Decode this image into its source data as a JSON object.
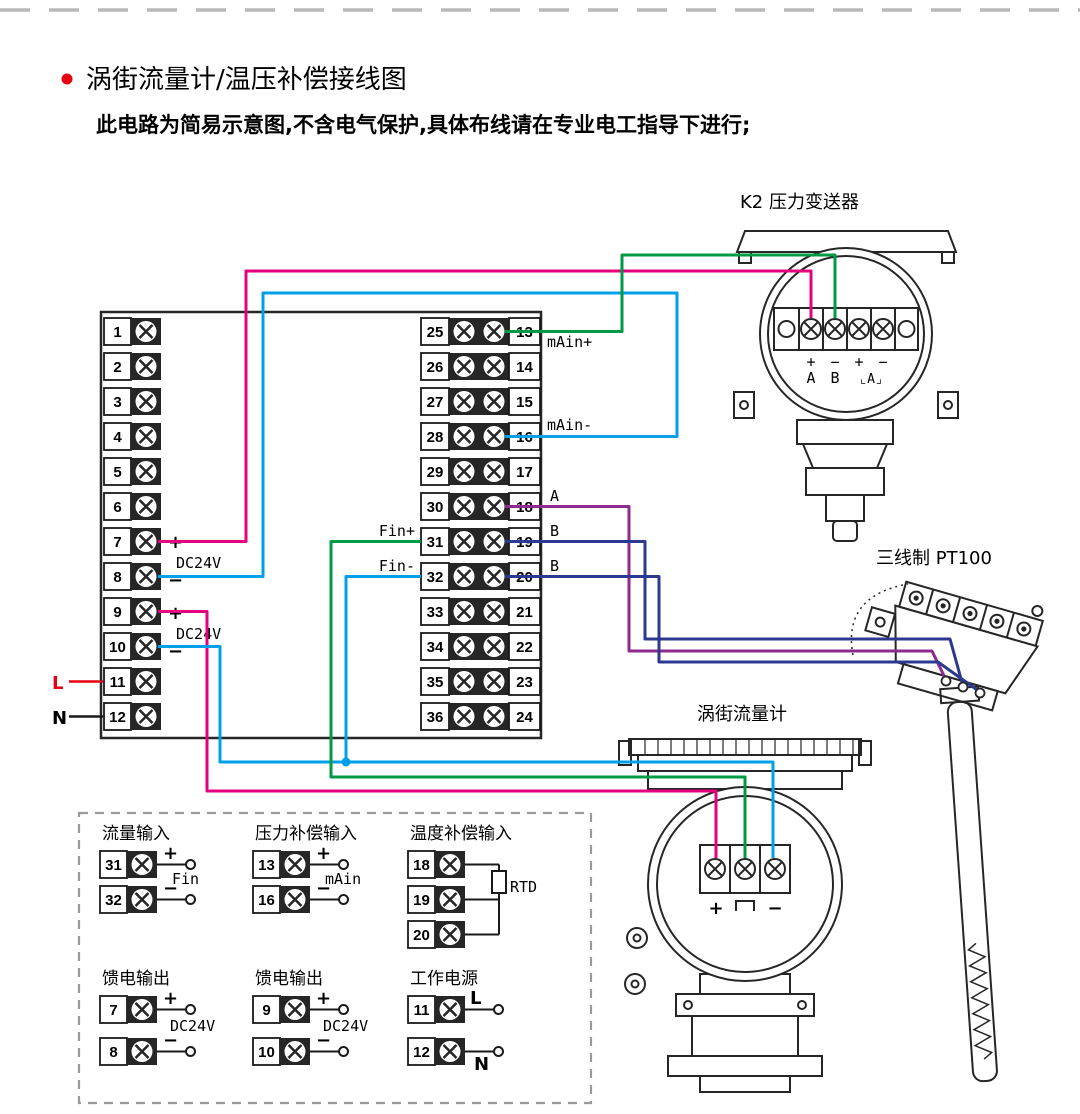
{
  "header": {
    "title": "涡街流量计/温压补偿接线图",
    "subtitle": "此电路为简易示意图,不含电气保护,具体布线请在专业电工指导下进行;"
  },
  "colors": {
    "magenta": "#e5017e",
    "cyan": "#00a0e8",
    "green": "#009944",
    "purple": "#8f2a8f",
    "blue": "#2b3990",
    "red": "#e60012"
  },
  "main_panel": {
    "left_terminals": [
      "1",
      "2",
      "3",
      "4",
      "5",
      "6",
      "7",
      "8",
      "9",
      "10",
      "11",
      "12"
    ],
    "mid_left_terminals": [
      "25",
      "26",
      "27",
      "28",
      "29",
      "30",
      "31",
      "32",
      "33",
      "34",
      "35",
      "36"
    ],
    "mid_right_terminals": [
      "13",
      "14",
      "15",
      "16",
      "17",
      "18",
      "19",
      "20",
      "21",
      "22",
      "23",
      "24"
    ],
    "labels": {
      "supply1_plus": "+",
      "supply1_name": "DC24V",
      "supply1_minus": "−",
      "supply2_plus": "+",
      "supply2_name": "DC24V",
      "supply2_minus": "−",
      "line": "L",
      "neutral": "N",
      "main_plus": "mAin+",
      "main_minus": "mAin-",
      "rtd_a": "A",
      "rtd_b1": "B",
      "rtd_b2": "B",
      "fin_plus": "Fin+",
      "fin_minus": "Fin-"
    }
  },
  "transmitter": {
    "label": "K2 压力变送器",
    "terminal_row1": [
      "+",
      "−",
      "+",
      "−"
    ],
    "terminal_row2": [
      "A",
      "B",
      "⌞A⌟"
    ]
  },
  "pt100": {
    "label": "三线制 PT100"
  },
  "flowmeter": {
    "label": "涡街流量计",
    "t_plus": "+",
    "t_minus": "−"
  },
  "legend": {
    "groups": [
      {
        "title": "流量输入",
        "name": "Fin",
        "rows": [
          {
            "num": "31",
            "pol": "+"
          },
          {
            "num": "32",
            "pol": "−"
          }
        ]
      },
      {
        "title": "压力补偿输入",
        "name": "mAin",
        "rows": [
          {
            "num": "13",
            "pol": "+"
          },
          {
            "num": "16",
            "pol": "−"
          }
        ]
      },
      {
        "title": "温度补偿输入",
        "name": "RTD",
        "rows": [
          {
            "num": "18"
          },
          {
            "num": "19"
          },
          {
            "num": "20"
          }
        ]
      },
      {
        "title": "馈电输出",
        "name": "DC24V",
        "rows": [
          {
            "num": "7",
            "pol": "+"
          },
          {
            "num": "8",
            "pol": "−"
          }
        ]
      },
      {
        "title": "馈电输出",
        "name": "DC24V",
        "rows": [
          {
            "num": "9",
            "pol": "+"
          },
          {
            "num": "10",
            "pol": "−"
          }
        ]
      },
      {
        "title": "工作电源",
        "rows": [
          {
            "num": "11",
            "pol": "L"
          },
          {
            "num": "12",
            "pol": "N"
          }
        ]
      }
    ]
  }
}
